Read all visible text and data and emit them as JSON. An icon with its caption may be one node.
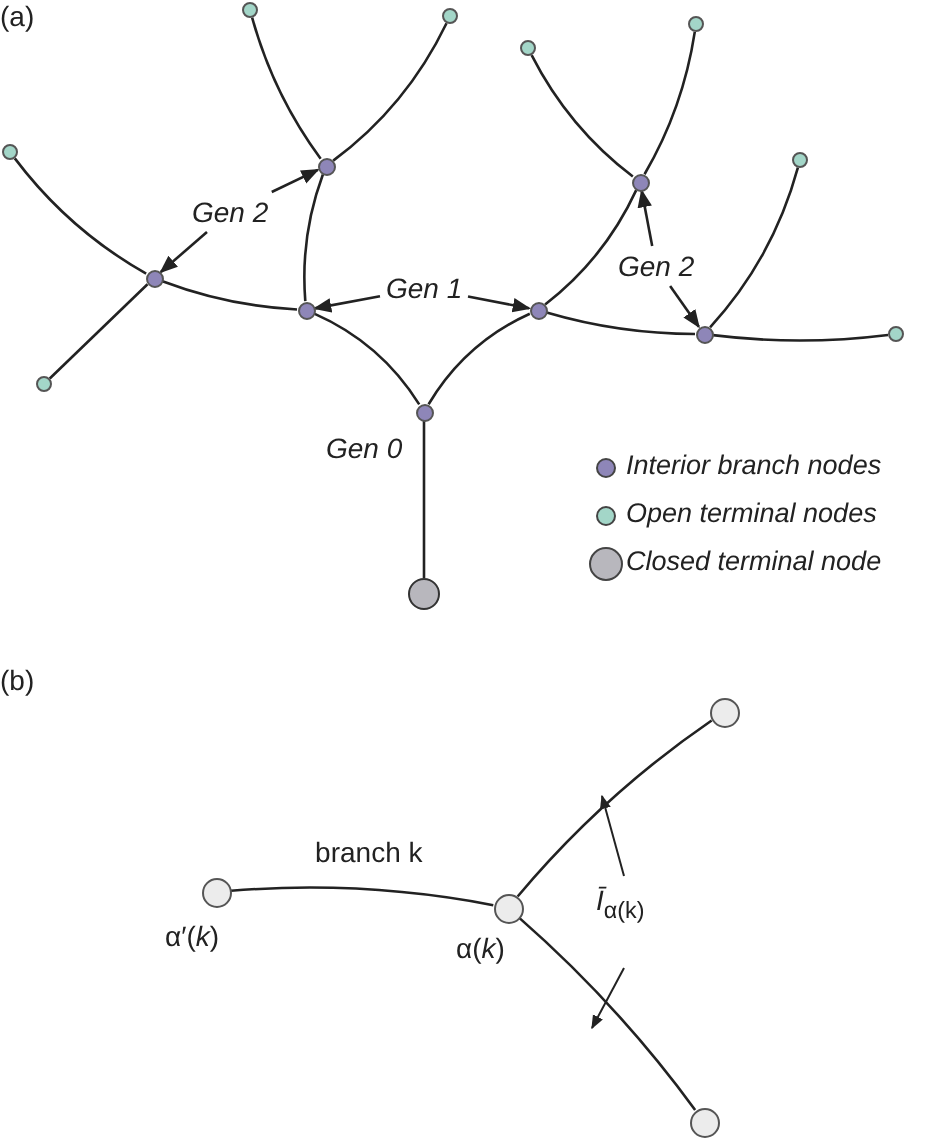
{
  "diagram": {
    "nodes": [
      {
        "text": [],
        "shape": "circle",
        "beside": [
          "Gen 0"
        ]
      },
      {
        "text": [],
        "shape": "circle"
      },
      {
        "text": [],
        "shape": "circle"
      },
      {
        "text": [],
        "shape": "circle"
      },
      {
        "text": [],
        "shape": "circle"
      },
      {
        "text": [],
        "shape": "circle"
      },
      {
        "text": [],
        "shape": "circle"
      },
      {
        "text": [],
        "shape": "circle"
      },
      {
        "text": [],
        "shape": "circle"
      },
      {
        "text": [],
        "shape": "circle"
      },
      {
        "text": [],
        "shape": "circle"
      },
      {
        "text": [],
        "shape": "circle"
      },
      {
        "text": [],
        "shape": "circle"
      },
      {
        "text": [],
        "shape": "circle"
      },
      {
        "text": [],
        "shape": "circle"
      },
      {
        "text": [],
        "shape": "circle"
      },
      {
        "text": [
          "Gen 2"
        ]
      },
      {
        "text": [
          "Gen 1"
        ]
      },
      {
        "text": [
          "Gen 2"
        ]
      },
      {
        "text": [],
        "shape": "circle",
        "beside": [
          "α′(*k*)"
        ]
      },
      {
        "text": [],
        "shape": "circle",
        "beside": [
          "α(*k*)"
        ]
      },
      {
        "text": [],
        "shape": "circle"
      },
      {
        "text": [],
        "shape": "circle"
      }
    ],
    "edges": [
      {
        "from": 0,
        "to": 15,
        "arrow": "none"
      },
      {
        "from": 0,
        "to": 1,
        "arrow": "none"
      },
      {
        "from": 0,
        "to": 2,
        "arrow": "none"
      },
      {
        "from": 1,
        "to": 3,
        "arrow": "none"
      },
      {
        "from": 1,
        "to": 4,
        "arrow": "none"
      },
      {
        "from": 2,
        "to": 5,
        "arrow": "none"
      },
      {
        "from": 2,
        "to": 6,
        "arrow": "none"
      },
      {
        "from": 3,
        "to": 7,
        "arrow": "none"
      },
      {
        "from": 3,
        "to": 8,
        "arrow": "none"
      },
      {
        "from": 4,
        "to": 9,
        "arrow": "none"
      },
      {
        "from": 4,
        "to": 10,
        "arrow": "none"
      },
      {
        "from": 5,
        "to": 11,
        "arrow": "none"
      },
      {
        "from": 5,
        "to": 12,
        "arrow": "none"
      },
      {
        "from": 6,
        "to": 13,
        "arrow": "none"
      },
      {
        "from": 6,
        "to": 14,
        "arrow": "none"
      },
      {
        "from": 16,
        "to": 3,
        "arrow": "to"
      },
      {
        "from": 16,
        "to": 4,
        "arrow": "to"
      },
      {
        "from": 17,
        "to": 1,
        "arrow": "to"
      },
      {
        "from": 17,
        "to": 2,
        "arrow": "to"
      },
      {
        "from": 18,
        "to": 5,
        "arrow": "to"
      },
      {
        "from": 18,
        "to": 6,
        "arrow": "to"
      },
      {
        "from": 19,
        "to": 20,
        "arrow": "none",
        "label": "branch k"
      },
      {
        "from": 20,
        "to": 21,
        "arrow": "none"
      },
      {
        "from": 20,
        "to": 22,
        "arrow": "none"
      }
    ],
    "labels": [
      "(a)",
      "(b)",
      "*Ī*$_{α(k)}$"
    ],
    "legend": [
      {
        "text": "Interior branch nodes",
        "color": "#8e86b8"
      },
      {
        "text": "Open terminal nodes",
        "color": "#a3d6c8"
      },
      {
        "text": "Closed terminal node",
        "color": "#b8b7bd"
      }
    ]
  }
}
